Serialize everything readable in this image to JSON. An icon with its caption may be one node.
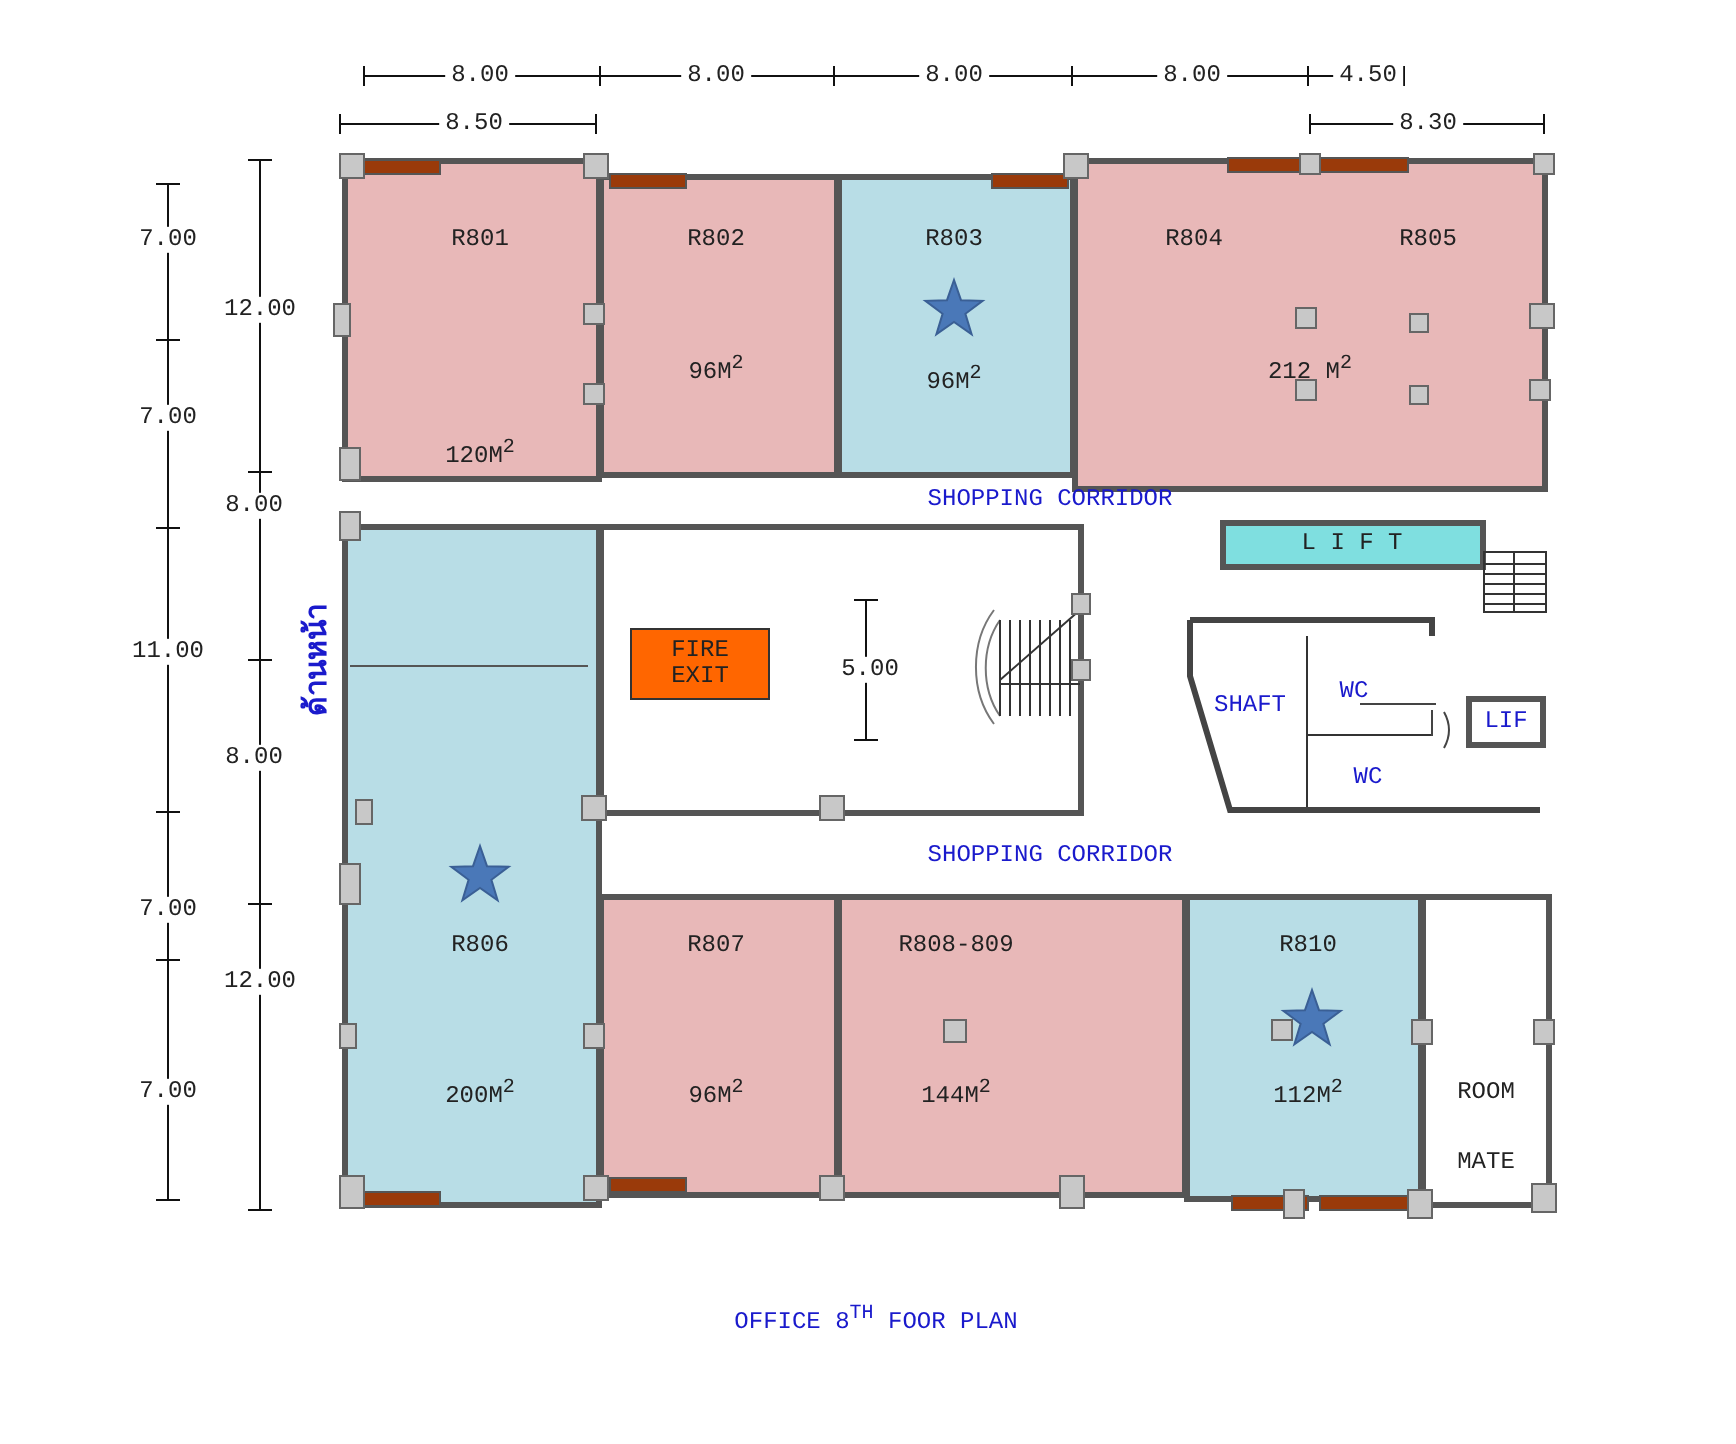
{
  "diagram": {
    "caption": "OFFICE 8$^{TH}$ FOOR PLAN",
    "nodes": [
      {
        "text": [
          "R801",
          "120M$^{2}$"
        ]
      },
      {
        "text": [
          "R802",
          "96M$^{2}$"
        ]
      },
      {
        "text": [
          "R803",
          "96M$^{2}$"
        ]
      },
      {
        "text": [
          "R804",
          "R805",
          "212 M$^{2}$"
        ]
      },
      {
        "text": [
          "SHOPPING CORRIDOR"
        ]
      },
      {
        "text": [],
        "shape": "box"
      },
      {
        "text": [
          "FIRE EXIT"
        ],
        "in": 5
      },
      {
        "text": [
          "L I F T"
        ]
      },
      {
        "text": [
          "SHAFT"
        ]
      },
      {
        "text": [
          "WC"
        ]
      },
      {
        "text": [
          "WC"
        ]
      },
      {
        "text": [
          "LIF"
        ]
      },
      {
        "text": [
          "SHOPPING CORRIDOR"
        ]
      },
      {
        "text": [
          "R806",
          "200M$^{2}$"
        ]
      },
      {
        "text": [
          "R807",
          "96M$^{2}$"
        ]
      },
      {
        "text": [
          "R808-809",
          "144M$^{2}$"
        ]
      },
      {
        "text": [
          "R810",
          "112M$^{2}$"
        ]
      },
      {
        "text": [
          "ROOM MATE"
        ]
      }
    ],
    "labels": [
      "8.00",
      "8.00",
      "8.00",
      "8.00",
      "4.50",
      "8.50",
      "8.30",
      "7.00",
      "12.00",
      "7.00",
      "8.00",
      "11.00",
      "8.00",
      "7.00",
      "12.00",
      "7.00",
      "ด้านหน้า",
      "5.00"
    ]
  }
}
